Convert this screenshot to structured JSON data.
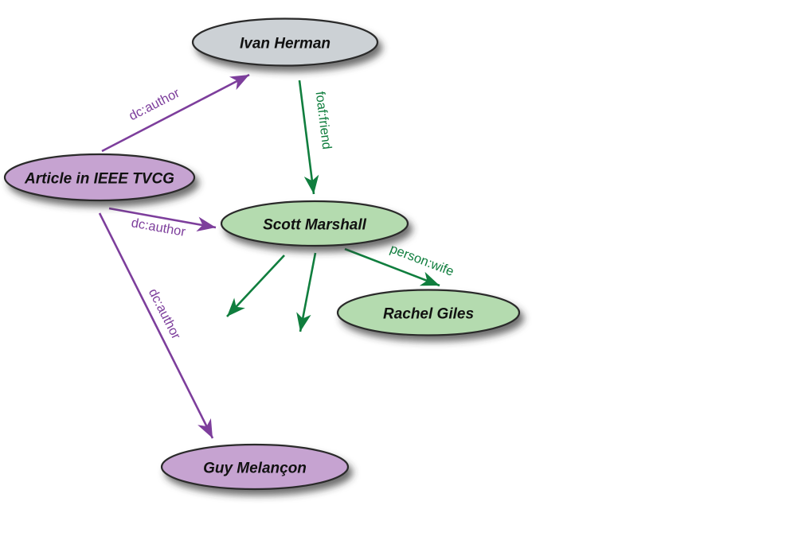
{
  "diagram": {
    "type": "rdf-graph",
    "background": "#ffffff",
    "colors": {
      "purple_edge": "#7d3e9c",
      "green_edge": "#107e3e",
      "node_border": "#2b2b2b",
      "node_text": "#111111",
      "gray_fill": "#ccd1d5",
      "purple_fill": "#c6a3d1",
      "green_fill": "#b4dbaf"
    },
    "nodes": [
      {
        "id": "ivan-herman",
        "label": "Ivan Herman",
        "fill": "#ccd1d5"
      },
      {
        "id": "article-ieee-tvcg",
        "label": "Article in IEEE TVCG",
        "fill": "#c6a3d1"
      },
      {
        "id": "scott-marshall",
        "label": "Scott Marshall",
        "fill": "#b4dbaf"
      },
      {
        "id": "rachel-giles",
        "label": "Rachel Giles",
        "fill": "#b4dbaf"
      },
      {
        "id": "guy-melancon",
        "label": "Guy Melançon",
        "fill": "#c6a3d1"
      }
    ],
    "edges": [
      {
        "from": "article-ieee-tvcg",
        "to": "ivan-herman",
        "label": "dc:author",
        "color": "#7d3e9c"
      },
      {
        "from": "ivan-herman",
        "to": "scott-marshall",
        "label": "foaf:friend",
        "color": "#107e3e"
      },
      {
        "from": "article-ieee-tvcg",
        "to": "scott-marshall",
        "label": "dc:author",
        "color": "#7d3e9c"
      },
      {
        "from": "scott-marshall",
        "to": "rachel-giles",
        "label": "person:wife",
        "color": "#107e3e"
      },
      {
        "from": "article-ieee-tvcg",
        "to": "guy-melancon",
        "label": "dc:author",
        "color": "#7d3e9c"
      },
      {
        "from": "scott-marshall",
        "to": "",
        "label": "",
        "color": "#107e3e"
      },
      {
        "from": "scott-marshall",
        "to": "",
        "label": "",
        "color": "#107e3e"
      }
    ]
  }
}
